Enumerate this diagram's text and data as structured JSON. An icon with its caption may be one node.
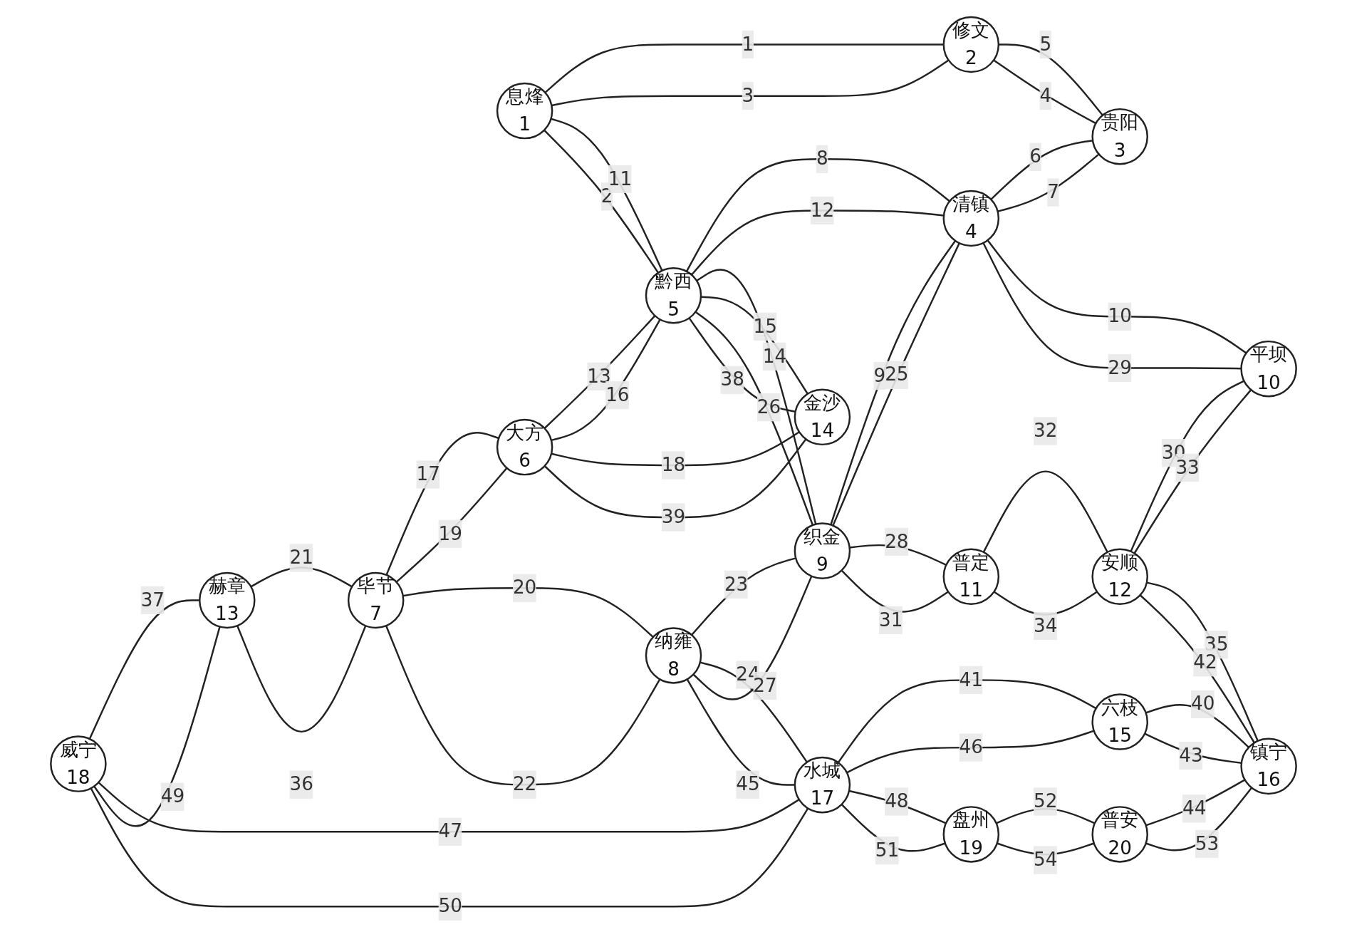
{
  "diagram": {
    "nodes": [
      {
        "text": [
          "息烽",
          "1"
        ]
      },
      {
        "text": [
          "修文",
          "2"
        ]
      },
      {
        "text": [
          "贵阳",
          "3"
        ]
      },
      {
        "text": [
          "清镇",
          "4"
        ]
      },
      {
        "text": [
          "黔西",
          "5"
        ]
      },
      {
        "text": [
          "大方",
          "6"
        ]
      },
      {
        "text": [
          "毕节",
          "7"
        ]
      },
      {
        "text": [
          "纳雍",
          "8"
        ]
      },
      {
        "text": [
          "织金",
          "9"
        ]
      },
      {
        "text": [
          "平坝",
          "10"
        ]
      },
      {
        "text": [
          "普定",
          "11"
        ]
      },
      {
        "text": [
          "安顺",
          "12"
        ]
      },
      {
        "text": [
          "赫章",
          "13"
        ]
      },
      {
        "text": [
          "金沙",
          "14"
        ]
      },
      {
        "text": [
          "六枝",
          "15"
        ]
      },
      {
        "text": [
          "镇宁",
          "16"
        ]
      },
      {
        "text": [
          "水城",
          "17"
        ]
      },
      {
        "text": [
          "威宁",
          "18"
        ]
      },
      {
        "text": [
          "盘州",
          "19"
        ]
      },
      {
        "text": [
          "普安",
          "20"
        ]
      }
    ],
    "edges": [
      {
        "from": 0,
        "to": 1,
        "arrow": "none",
        "label": "1"
      },
      {
        "from": 4,
        "to": 0,
        "arrow": "none",
        "label": "2"
      },
      {
        "from": 0,
        "to": 1,
        "arrow": "none",
        "label": "3"
      },
      {
        "from": 2,
        "to": 1,
        "arrow": "none",
        "label": "4"
      },
      {
        "from": 1,
        "to": 2,
        "arrow": "none",
        "label": "5"
      },
      {
        "from": 3,
        "to": 2,
        "arrow": "none",
        "label": "6"
      },
      {
        "from": 3,
        "to": 2,
        "arrow": "none",
        "label": "7"
      },
      {
        "from": 4,
        "to": 3,
        "arrow": "none",
        "label": "8"
      },
      {
        "from": 8,
        "to": 3,
        "arrow": "none",
        "label": "9"
      },
      {
        "from": 3,
        "to": 9,
        "arrow": "none",
        "label": "10"
      },
      {
        "from": 0,
        "to": 4,
        "arrow": "none",
        "label": "11"
      },
      {
        "from": 4,
        "to": 3,
        "arrow": "none",
        "label": "12"
      },
      {
        "from": 5,
        "to": 4,
        "arrow": "none",
        "label": "13"
      },
      {
        "from": 4,
        "to": 8,
        "arrow": "none",
        "label": "14"
      },
      {
        "from": 4,
        "to": 13,
        "arrow": "none",
        "label": "15"
      },
      {
        "from": 5,
        "to": 4,
        "arrow": "none",
        "label": "16"
      },
      {
        "from": 6,
        "to": 5,
        "arrow": "none",
        "label": "17"
      },
      {
        "from": 5,
        "to": 13,
        "arrow": "none",
        "label": "18"
      },
      {
        "from": 6,
        "to": 5,
        "arrow": "none",
        "label": "19"
      },
      {
        "from": 6,
        "to": 7,
        "arrow": "none",
        "label": "20"
      },
      {
        "from": 12,
        "to": 6,
        "arrow": "none",
        "label": "21"
      },
      {
        "from": 6,
        "to": 7,
        "arrow": "none",
        "label": "22"
      },
      {
        "from": 7,
        "to": 8,
        "arrow": "none",
        "label": "23"
      },
      {
        "from": 7,
        "to": 16,
        "arrow": "none",
        "label": "24"
      },
      {
        "from": 8,
        "to": 3,
        "arrow": "none",
        "label": "25"
      },
      {
        "from": 4,
        "to": 8,
        "arrow": "none",
        "label": "26"
      },
      {
        "from": 7,
        "to": 8,
        "arrow": "none",
        "label": "27"
      },
      {
        "from": 8,
        "to": 10,
        "arrow": "none",
        "label": "28"
      },
      {
        "from": 3,
        "to": 9,
        "arrow": "none",
        "label": "29"
      },
      {
        "from": 11,
        "to": 9,
        "arrow": "none",
        "label": "30"
      },
      {
        "from": 8,
        "to": 10,
        "arrow": "none",
        "label": "31"
      },
      {
        "from": 10,
        "to": 11,
        "arrow": "none",
        "label": "32"
      },
      {
        "from": 11,
        "to": 9,
        "arrow": "none",
        "label": "33"
      },
      {
        "from": 10,
        "to": 11,
        "arrow": "none",
        "label": "34"
      },
      {
        "from": 11,
        "to": 15,
        "arrow": "none",
        "label": "35"
      },
      {
        "from": 12,
        "to": 6,
        "arrow": "none",
        "label": "36"
      },
      {
        "from": 17,
        "to": 12,
        "arrow": "none",
        "label": "37"
      },
      {
        "from": 4,
        "to": 13,
        "arrow": "none",
        "label": "38"
      },
      {
        "from": 5,
        "to": 13,
        "arrow": "none",
        "label": "39"
      },
      {
        "from": 14,
        "to": 15,
        "arrow": "none",
        "label": "40"
      },
      {
        "from": 16,
        "to": 14,
        "arrow": "none",
        "label": "41"
      },
      {
        "from": 11,
        "to": 15,
        "arrow": "none",
        "label": "42"
      },
      {
        "from": 14,
        "to": 15,
        "arrow": "none",
        "label": "43"
      },
      {
        "from": 19,
        "to": 15,
        "arrow": "none",
        "label": "44"
      },
      {
        "from": 7,
        "to": 16,
        "arrow": "none",
        "label": "45"
      },
      {
        "from": 16,
        "to": 14,
        "arrow": "none",
        "label": "46"
      },
      {
        "from": 17,
        "to": 16,
        "arrow": "none",
        "label": "47"
      },
      {
        "from": 16,
        "to": 18,
        "arrow": "none",
        "label": "48"
      },
      {
        "from": 17,
        "to": 12,
        "arrow": "none",
        "label": "49"
      },
      {
        "from": 17,
        "to": 16,
        "arrow": "none",
        "label": "50"
      },
      {
        "from": 16,
        "to": 18,
        "arrow": "none",
        "label": "51"
      },
      {
        "from": 18,
        "to": 19,
        "arrow": "none",
        "label": "52"
      },
      {
        "from": 19,
        "to": 15,
        "arrow": "none",
        "label": "53"
      },
      {
        "from": 18,
        "to": 19,
        "arrow": "none",
        "label": "54"
      }
    ]
  }
}
